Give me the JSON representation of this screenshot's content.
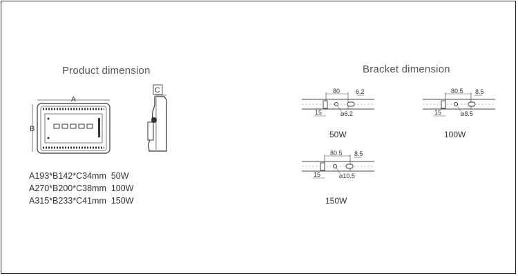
{
  "product": {
    "title": "Product dimension",
    "label_a": "A",
    "label_b": "B",
    "label_c": "C",
    "specs": [
      "A193*B142*C34mm  50W",
      "A270*B200*C38mm  100W",
      "A315*B233*C41mm  150W"
    ]
  },
  "bracket": {
    "title": "Bracket dimension",
    "items": [
      {
        "wattage": "50W",
        "span": "80",
        "slot": "6.2",
        "offset": "15",
        "hole": "⌀6.2"
      },
      {
        "wattage": "100W",
        "span": "80.5",
        "slot": "8.5",
        "offset": "15",
        "hole": "⌀8.5"
      },
      {
        "wattage": "150W",
        "span": "80.5",
        "slot": "8.5",
        "offset": "15",
        "hole": "⌀10.5"
      }
    ]
  }
}
